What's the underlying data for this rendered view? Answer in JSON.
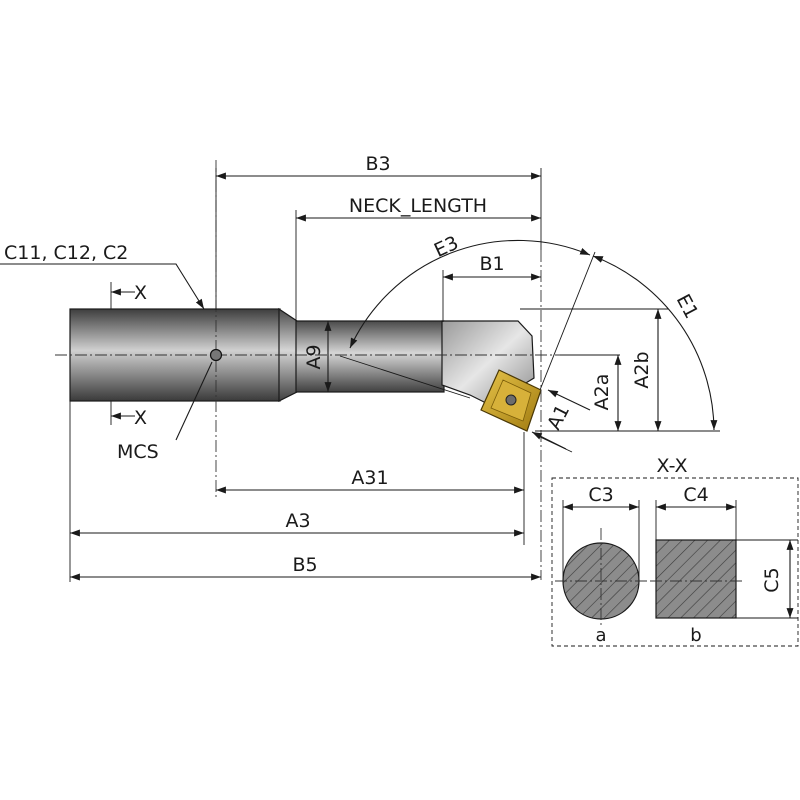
{
  "labels": {
    "b3": "B3",
    "neck_length": "NECK_LENGTH",
    "e3": "E3",
    "b1": "B1",
    "e1": "E1",
    "c11_c12_c2": "C11, C12, C2",
    "x_top": "X",
    "x_bottom": "X",
    "mcs": "MCS",
    "a9": "A9",
    "a2a": "A2a",
    "a2b": "A2b",
    "a1": "A1",
    "a31": "A31",
    "a3": "A3",
    "b5": "B5"
  },
  "section": {
    "title": "X-X",
    "c3": "C3",
    "c4": "C4",
    "c5": "C5",
    "a": "a",
    "b": "b"
  },
  "colors": {
    "body_dark": "#4a4a4a",
    "body_light": "#c8c8c8",
    "insert_gold": "#c9a227",
    "insert_dark": "#7a5c08",
    "section_fill": "#8c8c8c"
  }
}
